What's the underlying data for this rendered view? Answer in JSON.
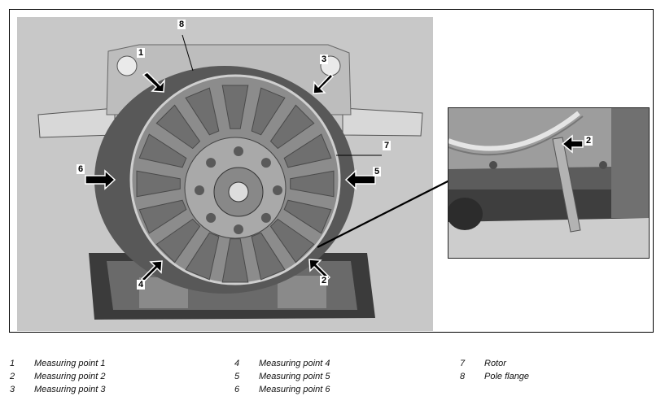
{
  "figure": {
    "callouts": [
      {
        "id": "1",
        "label": "1"
      },
      {
        "id": "2",
        "label": "2"
      },
      {
        "id": "3",
        "label": "3"
      },
      {
        "id": "4",
        "label": "4"
      },
      {
        "id": "5",
        "label": "5"
      },
      {
        "id": "6",
        "label": "6"
      },
      {
        "id": "7",
        "label": "7"
      },
      {
        "id": "8",
        "label": "8"
      },
      {
        "id": "inset-2",
        "label": "2"
      }
    ]
  },
  "legend": [
    {
      "num": "1",
      "text": "Measuring point 1"
    },
    {
      "num": "2",
      "text": "Measuring point 2"
    },
    {
      "num": "3",
      "text": "Measuring point 3"
    },
    {
      "num": "4",
      "text": "Measuring point 4"
    },
    {
      "num": "5",
      "text": "Measuring point 5"
    },
    {
      "num": "6",
      "text": "Measuring point 6"
    },
    {
      "num": "7",
      "text": "Rotor"
    },
    {
      "num": "8",
      "text": "Pole flange"
    }
  ]
}
